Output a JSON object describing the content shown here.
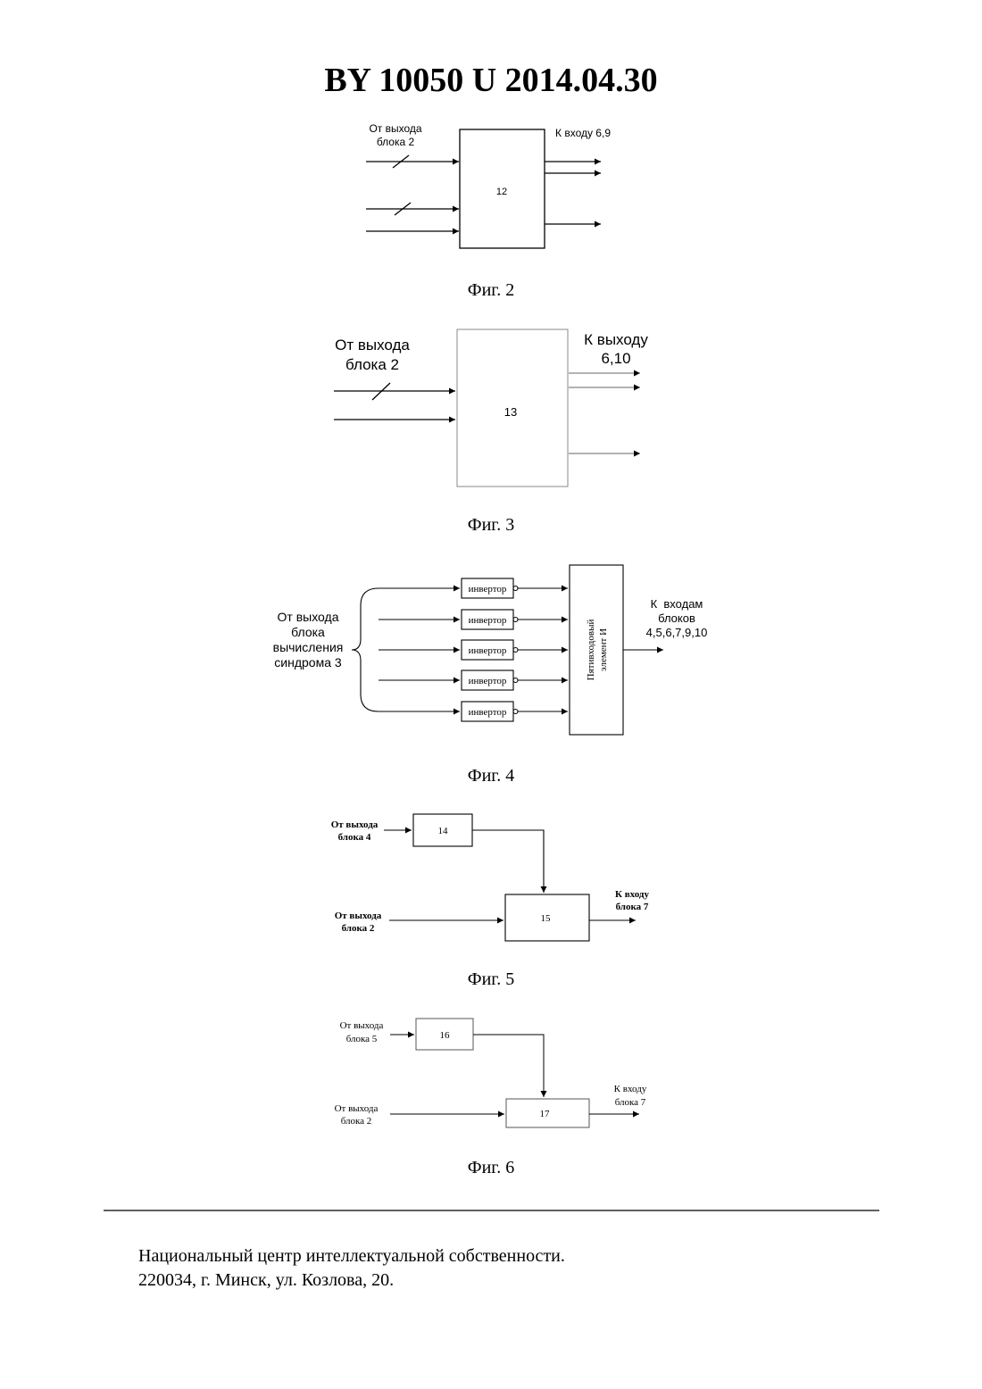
{
  "header": {
    "title": "BY  10050  U  2014.04.30"
  },
  "fig2": {
    "caption": "Фиг. 2",
    "input_label_line1": "От выхода",
    "input_label_line2": "блока 2",
    "output_label": "К входу 6,9",
    "block": "12"
  },
  "fig3": {
    "caption": "Фиг. 3",
    "input_label_line1": "От выхода",
    "input_label_line2": "блока 2",
    "output_label_line1": "К выходу",
    "output_label_line2": "6,10",
    "block": "13"
  },
  "fig4": {
    "caption": "Фиг. 4",
    "input_label": [
      "От выхода",
      "блока",
      "вычисления",
      "синдрома 3"
    ],
    "inverters": [
      "инвертор",
      "инвертор",
      "инвертор",
      "инвертор",
      "инвертор"
    ],
    "and_element_line1": "Пятивходовый",
    "and_element_line2": "элемент И",
    "output_label": [
      "К  входам",
      "блоков",
      "4,5,6,7,9,10"
    ]
  },
  "fig5": {
    "caption": "Фиг. 5",
    "input1_line1": "От выхода",
    "input1_line2": "блока 4",
    "input2_line1": "От выхода",
    "input2_line2": "блока 2",
    "block_a": "14",
    "block_b": "15",
    "output_line1": "К входу",
    "output_line2": "блока 7"
  },
  "fig6": {
    "caption": "Фиг. 6",
    "input1_line1": "От выхода",
    "input1_line2": "блока 5",
    "input2_line1": "От выхода",
    "input2_line2": "блока 2",
    "block_a": "16",
    "block_b": "17",
    "output_line1": "К входу",
    "output_line2": "блока 7"
  },
  "footer": {
    "line1": "Национальный центр интеллектуальной собственности.",
    "line2": "220034, г. Минск, ул. Козлова, 20."
  }
}
